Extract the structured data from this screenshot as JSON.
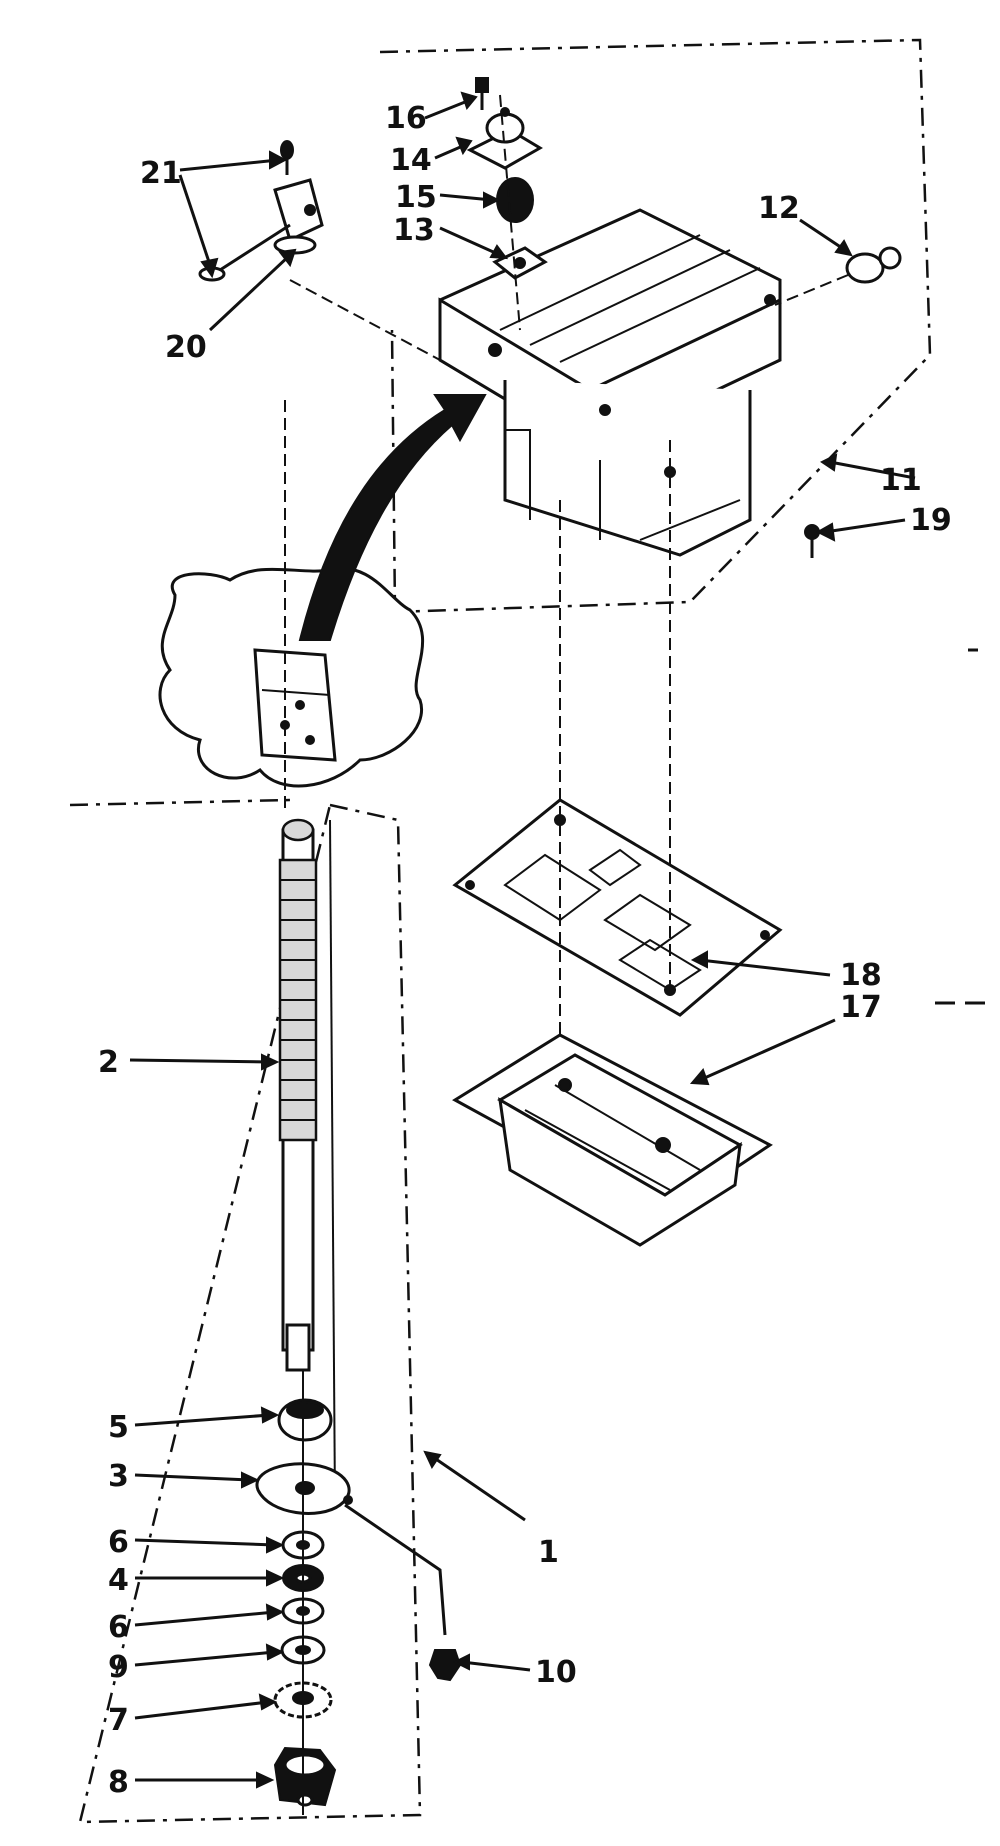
{
  "diagram": {
    "labels": [
      {
        "id": "l1",
        "text": "1"
      },
      {
        "id": "l2",
        "text": "2"
      },
      {
        "id": "l3",
        "text": "3"
      },
      {
        "id": "l4",
        "text": "4"
      },
      {
        "id": "l5",
        "text": "5"
      },
      {
        "id": "l6a",
        "text": "6"
      },
      {
        "id": "l6b",
        "text": "6"
      },
      {
        "id": "l7",
        "text": "7"
      },
      {
        "id": "l8",
        "text": "8"
      },
      {
        "id": "l9",
        "text": "9"
      },
      {
        "id": "l10",
        "text": "10"
      },
      {
        "id": "l11",
        "text": "11"
      },
      {
        "id": "l12",
        "text": "12"
      },
      {
        "id": "l13",
        "text": "13"
      },
      {
        "id": "l14",
        "text": "14"
      },
      {
        "id": "l15",
        "text": "15"
      },
      {
        "id": "l16",
        "text": "16"
      },
      {
        "id": "l17",
        "text": "17"
      },
      {
        "id": "l18",
        "text": "18"
      },
      {
        "id": "l19",
        "text": "19"
      },
      {
        "id": "l20",
        "text": "20"
      },
      {
        "id": "l21",
        "text": "21"
      }
    ],
    "colors": {
      "ink": "#111111",
      "paper": "#ffffff"
    }
  }
}
